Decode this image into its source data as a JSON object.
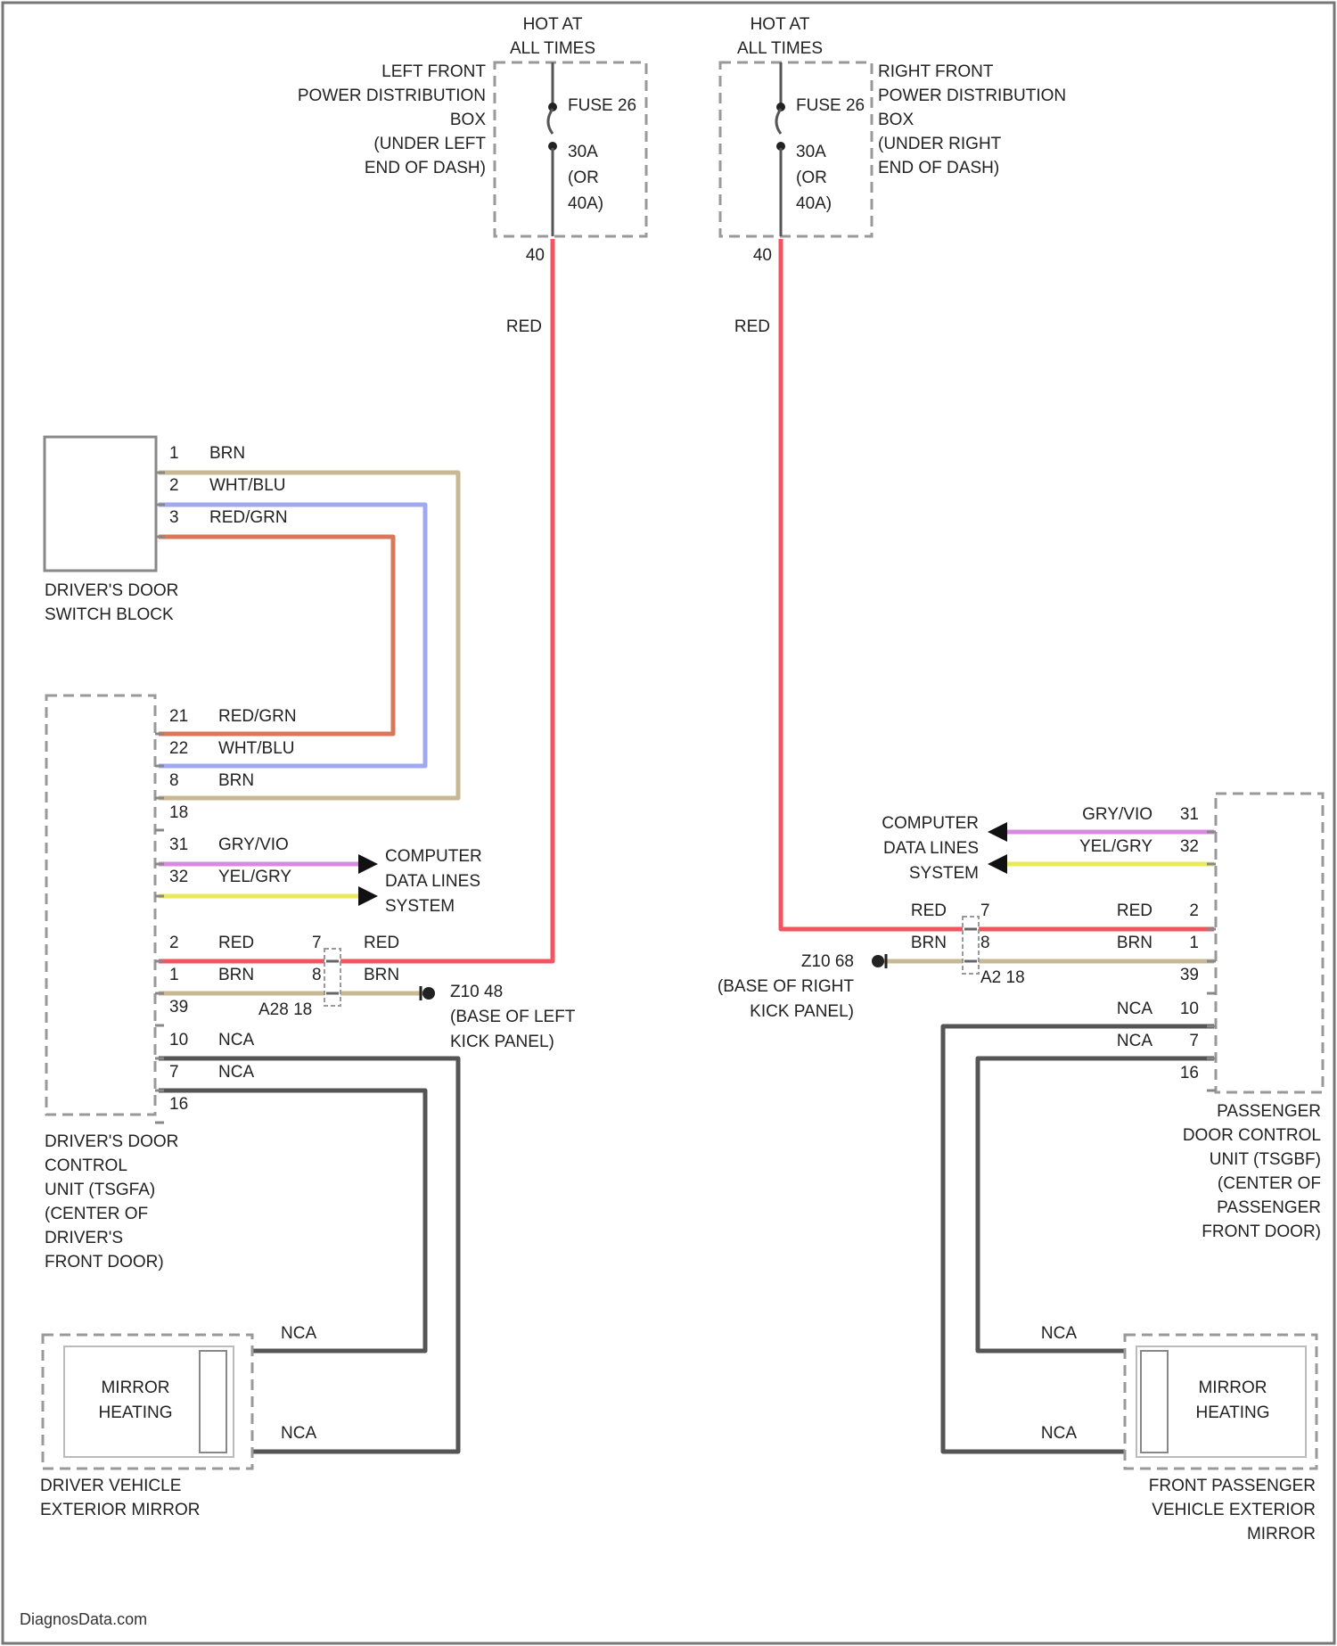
{
  "colors": {
    "red": "#f2555f",
    "brn": "#c9b894",
    "wht_blu": "#9fa8f0",
    "red_grn": "#d9775a",
    "gry_vio": "#d88ae0",
    "yel_gry": "#e9e95a",
    "nca": "#555555"
  },
  "fuse_left": {
    "hot": [
      "HOT AT",
      "ALL TIMES"
    ],
    "box": [
      "LEFT FRONT",
      "POWER DISTRIBUTION",
      "BOX",
      "(UNDER LEFT",
      "END OF DASH)"
    ],
    "fuse": "FUSE 26",
    "rating": [
      "30A",
      "(OR",
      "40A)"
    ],
    "pin": "40",
    "wire": "RED"
  },
  "fuse_right": {
    "hot": [
      "HOT AT",
      "ALL TIMES"
    ],
    "box": [
      "RIGHT FRONT",
      "POWER DISTRIBUTION",
      "BOX",
      "(UNDER RIGHT",
      "END OF DASH)"
    ],
    "fuse": "FUSE 26",
    "rating": [
      "30A",
      "(OR",
      "40A)"
    ],
    "pin": "40",
    "wire": "RED"
  },
  "switch_block": {
    "name": [
      "DRIVER'S DOOR",
      "SWITCH BLOCK"
    ],
    "pins": [
      {
        "num": "1",
        "color": "BRN"
      },
      {
        "num": "2",
        "color": "WHT/BLU"
      },
      {
        "num": "3",
        "color": "RED/GRN"
      }
    ]
  },
  "driver_dcu": {
    "name": [
      "DRIVER'S DOOR",
      "CONTROL",
      "UNIT (TSGFA)",
      "(CENTER OF",
      "DRIVER'S",
      "FRONT DOOR)"
    ],
    "pins": [
      {
        "num": "21",
        "color": "RED/GRN"
      },
      {
        "num": "22",
        "color": "WHT/BLU"
      },
      {
        "num": "8",
        "color": "BRN"
      },
      {
        "num": "18",
        "color": ""
      },
      {
        "num": "31",
        "color": "GRY/VIO"
      },
      {
        "num": "32",
        "color": "YEL/GRY"
      },
      {
        "num": "2",
        "color": "RED"
      },
      {
        "num": "1",
        "color": "BRN"
      },
      {
        "num": "39",
        "color": ""
      },
      {
        "num": "10",
        "color": "NCA"
      },
      {
        "num": "7",
        "color": "NCA"
      },
      {
        "num": "16",
        "color": ""
      }
    ],
    "conn_pins": [
      "7",
      "8"
    ],
    "conn_right": [
      "RED",
      "BRN"
    ],
    "connector": "A28 18",
    "ground": "Z10 48",
    "ground_loc": [
      "(BASE OF LEFT",
      "KICK PANEL)"
    ],
    "data_lines": [
      "COMPUTER",
      "DATA LINES",
      "SYSTEM"
    ]
  },
  "pass_dcu": {
    "name": [
      "PASSENGER",
      "DOOR CONTROL",
      "UNIT (TSGBF)",
      "(CENTER OF",
      "PASSENGER",
      "FRONT DOOR)"
    ],
    "pins": [
      {
        "num": "31",
        "color": "GRY/VIO"
      },
      {
        "num": "32",
        "color": "YEL/GRY"
      },
      {
        "num": "2",
        "color": "RED"
      },
      {
        "num": "1",
        "color": "BRN"
      },
      {
        "num": "39",
        "color": ""
      },
      {
        "num": "10",
        "color": "NCA"
      },
      {
        "num": "7",
        "color": "NCA"
      },
      {
        "num": "16",
        "color": ""
      }
    ],
    "conn_left": [
      "RED",
      "BRN"
    ],
    "conn_pins": [
      "7",
      "8"
    ],
    "connector": "A2 18",
    "ground": "Z10 68",
    "ground_loc": [
      "(BASE OF RIGHT",
      "KICK PANEL)"
    ],
    "data_lines": [
      "COMPUTER",
      "DATA LINES",
      "SYSTEM"
    ]
  },
  "mirror_left": {
    "inside": [
      "MIRROR",
      "HEATING"
    ],
    "name": [
      "DRIVER VEHICLE",
      "EXTERIOR MIRROR"
    ],
    "wires": [
      "NCA",
      "NCA"
    ]
  },
  "mirror_right": {
    "inside": [
      "MIRROR",
      "HEATING"
    ],
    "name": [
      "FRONT PASSENGER",
      "VEHICLE EXTERIOR",
      "MIRROR"
    ],
    "wires": [
      "NCA",
      "NCA"
    ]
  },
  "footer": "DiagnosData.com"
}
